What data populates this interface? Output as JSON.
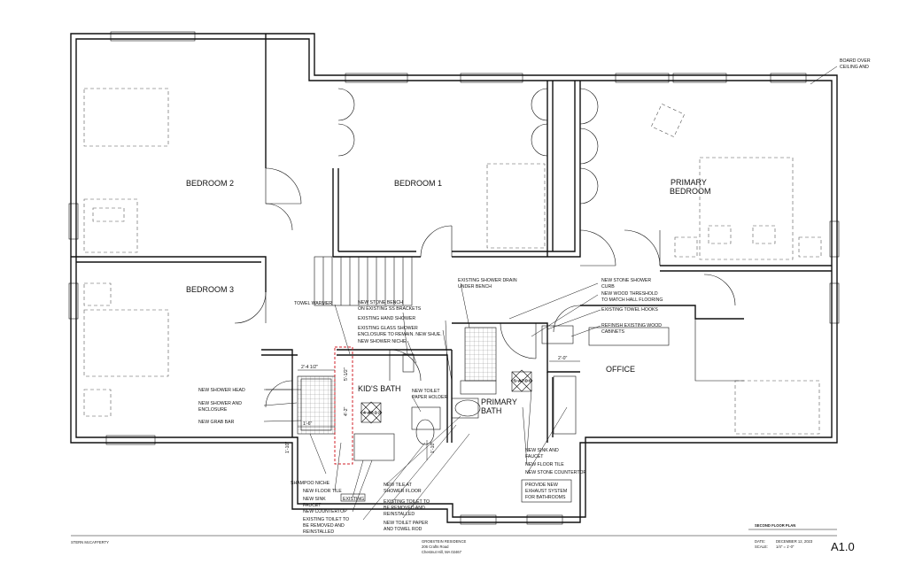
{
  "rooms": {
    "bedroom2": "BEDROOM 2",
    "bedroom1": "BEDROOM 1",
    "primary_bedroom_line1": "PRIMARY",
    "primary_bedroom_line2": "BEDROOM",
    "bedroom3": "BEDROOM 3",
    "kids_bath": "KID'S BATH",
    "primary_bath_line1": "PRIMARY",
    "primary_bath_line2": "BATH",
    "office": "OFFICE"
  },
  "notes": {
    "board_over_1": "BOARD OVER",
    "board_over_2": "CEILING AND",
    "towel_warmer": "TOWEL WARMER",
    "stone_bench_1": "NEW STONE BENCH",
    "stone_bench_2": "ON EXISTING SS BRACKETS",
    "hand_shower": "EXISTING HAND SHOWER",
    "glass_enclosure_1": "EXISTING GLASS SHOWER",
    "glass_enclosure_2": "ENCLOSURE TO REMAIN. NEW SHUE.",
    "shower_niche": "NEW SHOWER NICHE",
    "shower_drain_1": "EXISTING SHOWER DRAIN",
    "shower_drain_2": "UNDER BENCH",
    "stone_curb_1": "NEW STONE SHOWER",
    "stone_curb_2": "CURB",
    "threshold_1": "NEW WOOD THRESHOLD",
    "threshold_2": "TO MATCH HALL FLOORING",
    "towel_hooks": "EXISTING TOWEL HOOKS",
    "refinish_1": "REFINISH EXISTING WOOD",
    "refinish_2": "CABINETS",
    "shower_head": "NEW SHOWER HEAD",
    "shower_enclosure_1": "NEW SHOWER AND",
    "shower_enclosure_2": "ENCLOSURE",
    "grab_bar": "NEW GRAB BAR",
    "toilet_paper_holder_1": "NEW TOILET",
    "toilet_paper_holder_2": "PAPER HOLDER",
    "shampoo_niche": "SHAMPOO NICHE",
    "floor_tile_kids": "NEW FLOOR TILE",
    "sink_kids": "NEW SINK",
    "existing_tag": "EXISTING",
    "faucet_kids": "FAUCET",
    "countertop_kids": "NEW COUNTERTOP",
    "toilet_kids_1": "EXISTING TOILET TO",
    "toilet_kids_2": "BE REMOVED AND",
    "toilet_kids_3": "REINSTALLED",
    "tile_shower_1": "NEW TILE AT",
    "tile_shower_2": "SHOWER FLOOR",
    "toilet_primary_1": "EXISTING TOILET TO",
    "toilet_primary_2": "BE REMOVED AND",
    "toilet_primary_3": "REINSTALLED",
    "paper_rod_1": "NEW TOILET PAPER",
    "paper_rod_2": "AND TOWEL ROD",
    "sink_primary_1": "NEW SINK AND",
    "sink_primary_2": "FAUCET",
    "floor_tile_primary": "NEW FLOOR TILE",
    "countertop_primary": "NEW STONE COUNTERTOP",
    "exhaust_1": "PROVIDE NEW",
    "exhaust_2": "EXHAUST SYSTEM",
    "exhaust_3": "FOR BATHROOMS"
  },
  "dimensions": {
    "d1": "2'-4 1/2\"",
    "d2": "1'-6\"",
    "d3": "2'-0\"",
    "d4": "1'-10\"",
    "d5": "5'-1/2\"",
    "d6": "4'-2\"",
    "d7": "1'-10\""
  },
  "tags": {
    "kids_num": "4",
    "kids_ref": "A7.1",
    "kids_num2": "3",
    "primary_num": "5",
    "primary_ref": "A7.0",
    "primary_num2": "6"
  },
  "title_block": {
    "firm": "STERN McCAFFERTY",
    "project": "GROBSTEIN RESIDENCE",
    "address_1": "206 Crafts Road",
    "address_2": "Chestnut Hill, MA 02467",
    "drawing_title": "SECOND FLOOR PLAN",
    "date_label": "DATE:",
    "date_value": "DECEMBER 12, 2023",
    "scale_label": "SCALE:",
    "scale_value": "1/4\" = 1'-0\"",
    "sheet_number": "A1.0"
  },
  "colors": {
    "line": "#111111",
    "redline": "#d0202a",
    "background": "#ffffff"
  }
}
